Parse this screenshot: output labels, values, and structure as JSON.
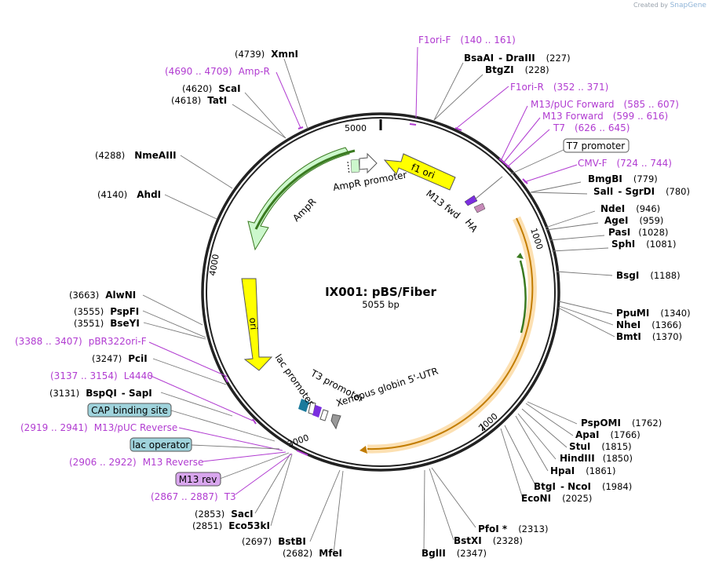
{
  "credit": {
    "prefix": "Created by",
    "brand": "SnapGene"
  },
  "map": {
    "title": "IX001: pBS/Fiber",
    "length": "5055 bp",
    "ticks": [
      "5000",
      "1000",
      "2000",
      "3000",
      "4000"
    ]
  },
  "enzymes_right": [
    {
      "name": "BsaAI",
      "extra": "- DraIII",
      "pos": "(227)"
    },
    {
      "name": "BtgZI",
      "extra": "",
      "pos": "(228)"
    },
    {
      "name": "BmgBI",
      "extra": "",
      "pos": "(779)"
    },
    {
      "name": "SalI",
      "extra": "- SgrDI",
      "pos": "(780)"
    },
    {
      "name": "NdeI",
      "extra": "",
      "pos": "(946)"
    },
    {
      "name": "AgeI",
      "extra": "",
      "pos": "(959)"
    },
    {
      "name": "PasI",
      "extra": "",
      "pos": "(1028)"
    },
    {
      "name": "SphI",
      "extra": "",
      "pos": "(1081)"
    },
    {
      "name": "BsgI",
      "extra": "",
      "pos": "(1188)"
    },
    {
      "name": "PpuMI",
      "extra": "",
      "pos": "(1340)"
    },
    {
      "name": "NheI",
      "extra": "",
      "pos": "(1366)"
    },
    {
      "name": "BmtI",
      "extra": "",
      "pos": "(1370)"
    },
    {
      "name": "PspOMI",
      "extra": "",
      "pos": "(1762)"
    },
    {
      "name": "ApaI",
      "extra": "",
      "pos": "(1766)"
    },
    {
      "name": "StuI",
      "extra": "",
      "pos": "(1815)"
    },
    {
      "name": "HindIII",
      "extra": "",
      "pos": "(1850)"
    },
    {
      "name": "HpaI",
      "extra": "",
      "pos": "(1861)"
    },
    {
      "name": "BtgI",
      "extra": "- NcoI",
      "pos": "(1984)"
    },
    {
      "name": "EcoNI",
      "extra": "",
      "pos": "(2025)"
    }
  ],
  "enzymes_bottom": [
    {
      "name": "PfoI *",
      "pos": "(2313)"
    },
    {
      "name": "BstXI",
      "pos": "(2328)"
    },
    {
      "name": "BglII",
      "pos": "(2347)"
    },
    {
      "name": "MfeI",
      "pos": "(2682)"
    },
    {
      "name": "BstBI",
      "pos": "(2697)"
    }
  ],
  "enzymes_left": [
    {
      "name": "XmnI",
      "pos": "(4739)"
    },
    {
      "name": "ScaI",
      "pos": "(4620)"
    },
    {
      "name": "TatI",
      "pos": "(4618)"
    },
    {
      "name": "NmeAIII",
      "pos": "(4288)"
    },
    {
      "name": "AhdI",
      "pos": "(4140)"
    },
    {
      "name": "AlwNI",
      "pos": "(3663)"
    },
    {
      "name": "PspFI",
      "pos": "(3555)"
    },
    {
      "name": "BseYI",
      "pos": "(3551)"
    },
    {
      "name": "PciI",
      "pos": "(3247)"
    },
    {
      "name": "BspQI",
      "extra": "- SapI",
      "pos": "(3131)"
    },
    {
      "name": "SacI",
      "pos": "(2853)"
    },
    {
      "name": "Eco53kI",
      "pos": "(2851)"
    }
  ],
  "primers_right": [
    {
      "name": "F1ori-F",
      "range": "(140 .. 161)"
    },
    {
      "name": "F1ori-R",
      "range": "(352 .. 371)"
    },
    {
      "name": "M13/pUC Forward",
      "range": "(585 .. 607)"
    },
    {
      "name": "M13 Forward",
      "range": "(599 .. 616)"
    },
    {
      "name": "T7",
      "range": "(626 .. 645)"
    },
    {
      "name": "CMV-F",
      "range": "(724 .. 744)"
    }
  ],
  "primers_left": [
    {
      "name": "Amp-R",
      "range": "(4690 .. 4709)"
    },
    {
      "name": "pBR322ori-F",
      "range": "(3388 .. 3407)"
    },
    {
      "name": "L4440",
      "range": "(3137 .. 3154)"
    },
    {
      "name": "M13/pUC Reverse",
      "range": "(2919 .. 2941)"
    },
    {
      "name": "M13 Reverse",
      "range": "(2906 .. 2922)"
    },
    {
      "name": "T3",
      "range": "(2867 .. 2887)"
    }
  ],
  "boxed": {
    "t7_promoter": "T7 promoter",
    "cap_site": "CAP binding site",
    "lac_operator": "lac operator",
    "m13_rev": "M13 rev"
  },
  "features": {
    "f1_ori": "f1 ori",
    "ampr": "AmpR",
    "ampr_promoter": "AmpR promoter",
    "ori": "ori",
    "m13_fwd": "M13 fwd",
    "ha": "HA",
    "lac_promoter": "lac promoter",
    "t3_promoter": "T3 promoter",
    "xenopus": "Xenopus globin 5'-UTR"
  },
  "colors": {
    "primer": "#b13cd1",
    "f1ori": "#ffff00",
    "ampr": "#ccf7cc",
    "fiber_orange": "#f5a623",
    "backbone": "#000000",
    "cap_box": "#9fd3dc",
    "m13rev_box": "#d9a6ee"
  }
}
